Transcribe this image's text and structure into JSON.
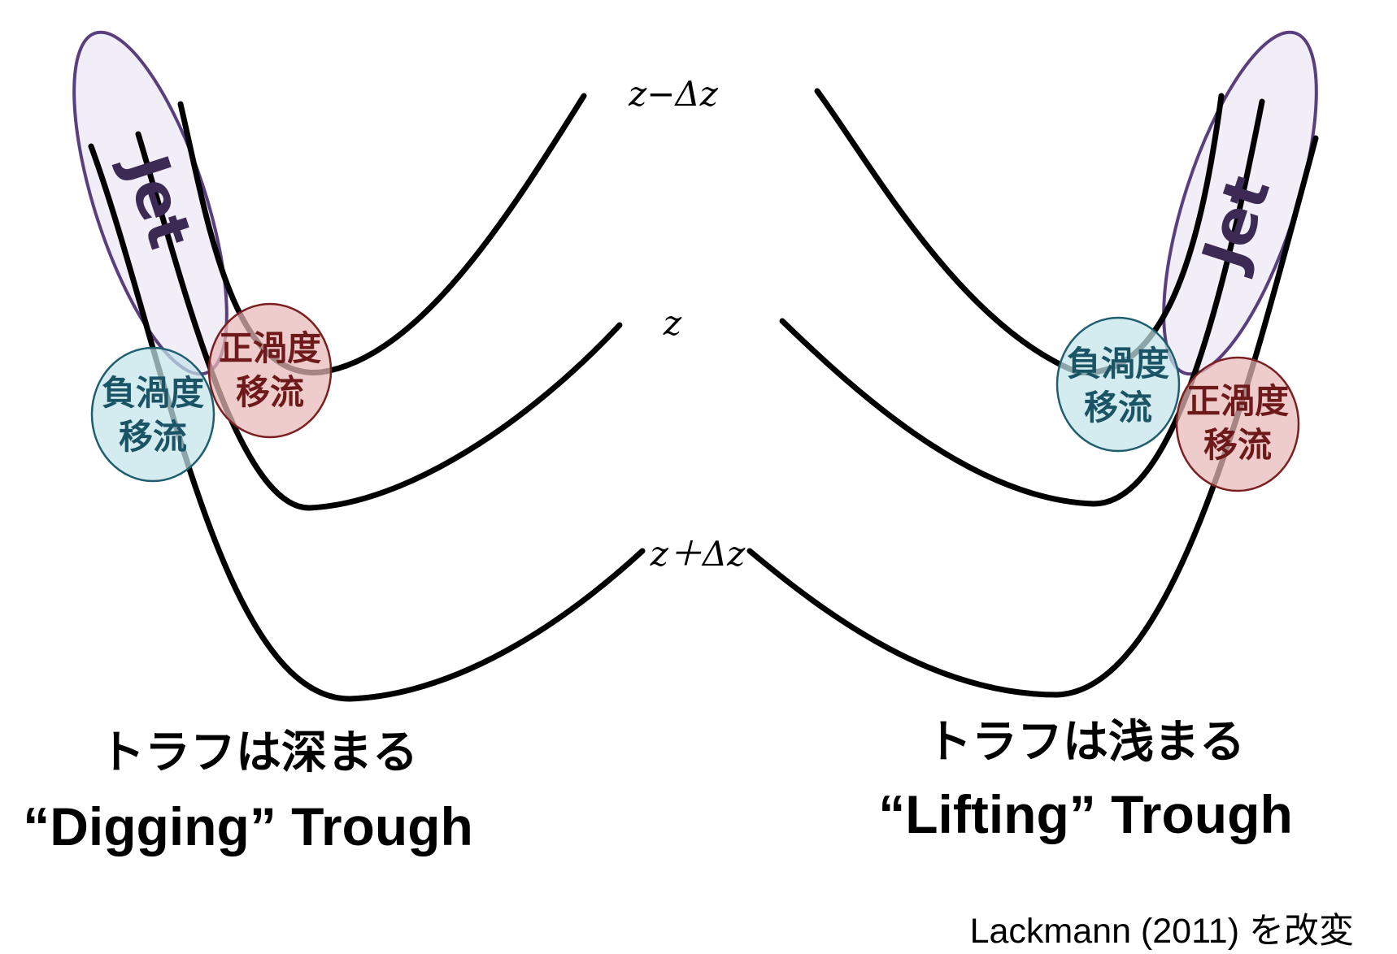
{
  "levels": {
    "upper": "z−Δz",
    "middle": "z",
    "lower": "z＋Δz"
  },
  "left_panel": {
    "jet_label": "Jet",
    "positive_advection": {
      "line1": "正渦度",
      "line2": "移流"
    },
    "negative_advection": {
      "line1": "負渦度",
      "line2": "移流"
    },
    "caption_jp": "トラフは深まる",
    "caption_en": "“Digging” Trough"
  },
  "right_panel": {
    "jet_label": "Jet",
    "positive_advection": {
      "line1": "正渦度",
      "line2": "移流"
    },
    "negative_advection": {
      "line1": "負渦度",
      "line2": "移流"
    },
    "caption_jp": "トラフは浅まる",
    "caption_en": "“Lifting” Trough"
  },
  "source": "Lackmann (2011) を改変",
  "colors": {
    "jet_fill": "#efeaf5",
    "jet_outline": "#5a3f7e",
    "positive_vorticity": "#e8b8b8",
    "negative_vorticity": "#c3e3ea"
  }
}
